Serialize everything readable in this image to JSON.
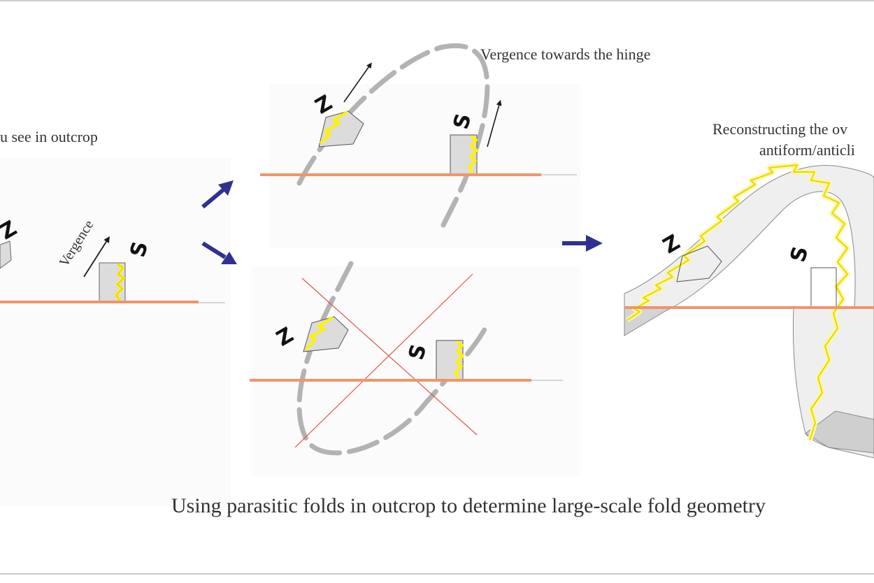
{
  "caption": "Using parasitic folds in outcrop to determine large-scale fold geometry",
  "panel_outcrop": {
    "title": "u see in outcrop",
    "vergence_label": "Vergence",
    "z_letter": "Z",
    "s_letter": "S"
  },
  "panel_correct": {
    "annotation": "Vergence towards the hinge",
    "z_letter": "Z",
    "s_letter": "S"
  },
  "panel_wrong": {
    "z_letter": "Z",
    "s_letter": "S"
  },
  "panel_reconstruction": {
    "title_line1": "Reconstructing the ov",
    "title_line2": "antiform/anticli",
    "z_letter": "Z",
    "s_letter": "S"
  },
  "colors": {
    "outcrop_line": "#f0956a",
    "arrow_blue": "#2e3192",
    "fold_trace_gray": "#b3b3b3",
    "cross_red": "#e0554a",
    "layer_yellow": "#fff200",
    "block_gray": "#d9d9d9"
  }
}
